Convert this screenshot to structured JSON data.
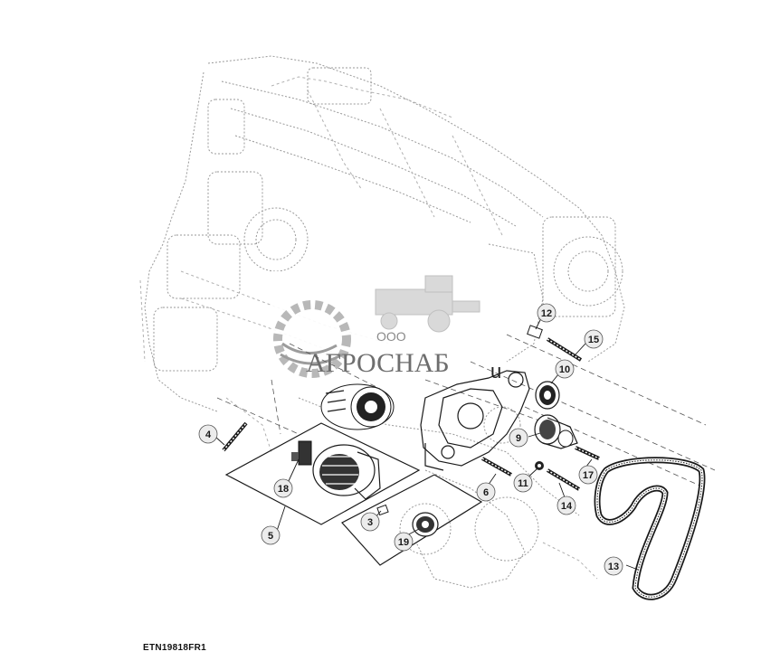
{
  "figure_id": "ETN19818FR1",
  "watermark": {
    "prefix": "ООО",
    "name": "АГРОСНАБ",
    "tail": "u"
  },
  "callouts": [
    {
      "label": "3"
    },
    {
      "label": "4"
    },
    {
      "label": "5"
    },
    {
      "label": "6"
    },
    {
      "label": "9"
    },
    {
      "label": "10"
    },
    {
      "label": "11"
    },
    {
      "label": "12"
    },
    {
      "label": "13"
    },
    {
      "label": "14"
    },
    {
      "label": "15"
    },
    {
      "label": "17"
    },
    {
      "label": "18"
    },
    {
      "label": "19"
    }
  ]
}
